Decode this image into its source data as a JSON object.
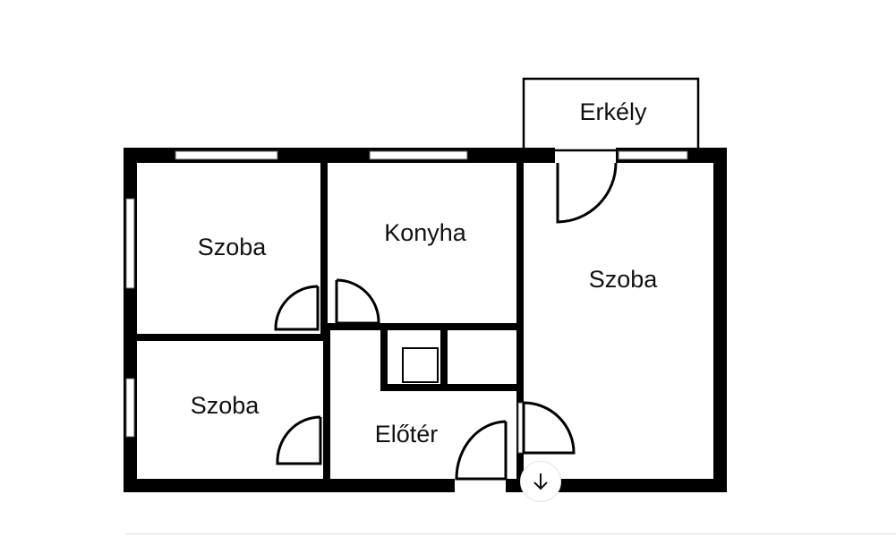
{
  "rooms": {
    "room_top_left": "Szoba",
    "kitchen": "Konyha",
    "room_right": "Szoba",
    "room_bottom_left": "Szoba",
    "hallway": "Előtér",
    "balcony": "Erkély"
  },
  "download_icon": "arrow-down-icon"
}
